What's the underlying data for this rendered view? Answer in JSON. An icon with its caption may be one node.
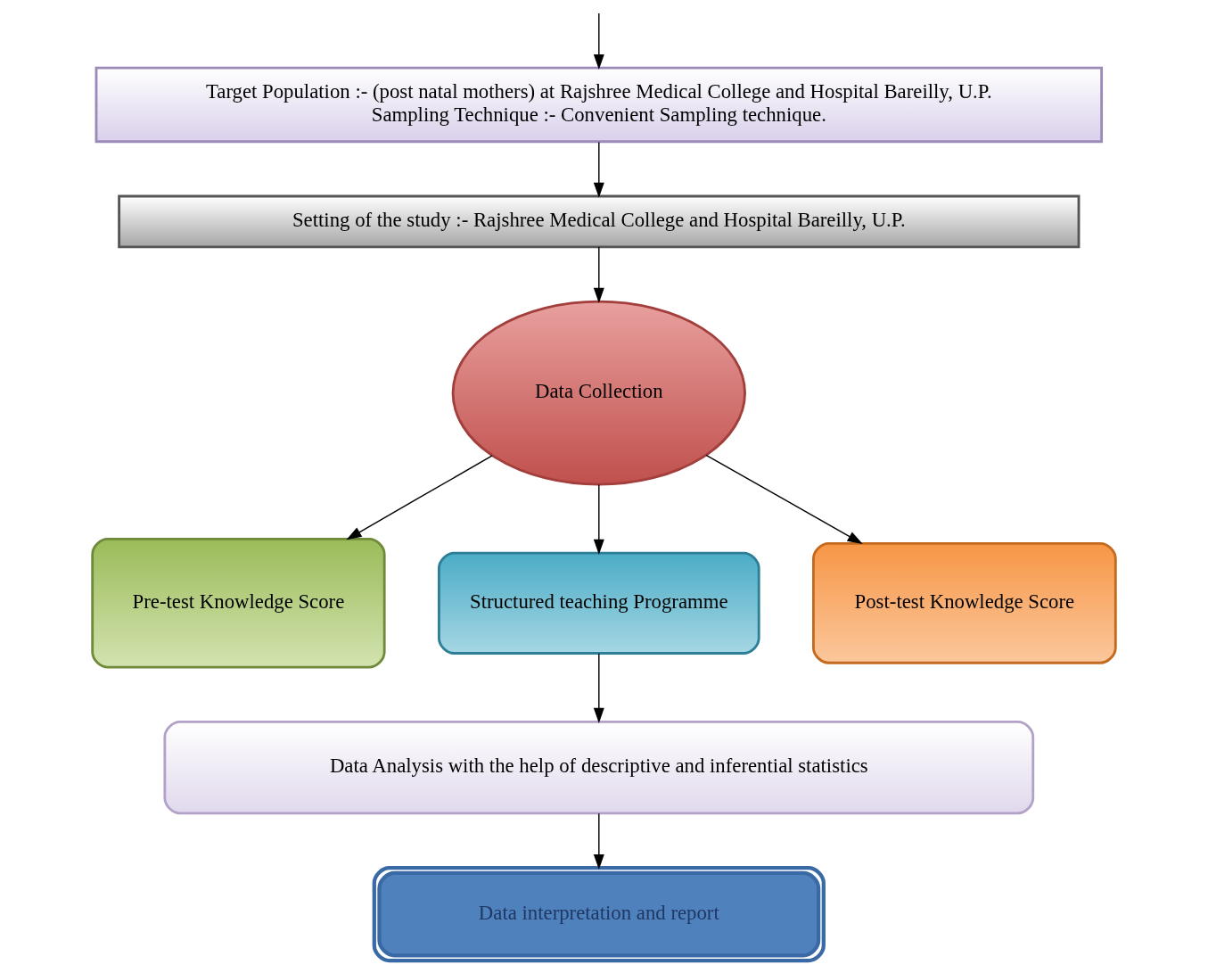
{
  "diagram": {
    "nodes": [
      {
        "text": [
          "Target Population :- (post natal mothers) at Rajshree Medical College and Hospital Bareilly, U.P.",
          "Sampling Technique :- Convenient Sampling technique."
        ]
      },
      {
        "text": [
          "Setting of the study :- Rajshree Medical College and Hospital Bareilly, U.P."
        ]
      },
      {
        "text": [
          "Data Collection"
        ]
      },
      {
        "text": [
          "Pre-test Knowledge Score"
        ]
      },
      {
        "text": [
          "Structured teaching Programme"
        ]
      },
      {
        "text": [
          "Post-test Knowledge Score"
        ]
      },
      {
        "text": [
          "Data Analysis with the help of descriptive and inferential statistics"
        ]
      },
      {
        "text": [
          "Data interpretation and report"
        ]
      }
    ],
    "edges": [
      {
        "from": null,
        "to": 0,
        "arrow": "to"
      },
      {
        "from": 0,
        "to": 1,
        "arrow": "to"
      },
      {
        "from": 1,
        "to": 2,
        "arrow": "to"
      },
      {
        "from": 2,
        "to": 3,
        "arrow": "to"
      },
      {
        "from": 2,
        "to": 4,
        "arrow": "to"
      },
      {
        "from": 2,
        "to": 5,
        "arrow": "to"
      },
      {
        "from": 4,
        "to": 6,
        "arrow": "to"
      },
      {
        "from": 6,
        "to": 7,
        "arrow": "to"
      }
    ]
  }
}
